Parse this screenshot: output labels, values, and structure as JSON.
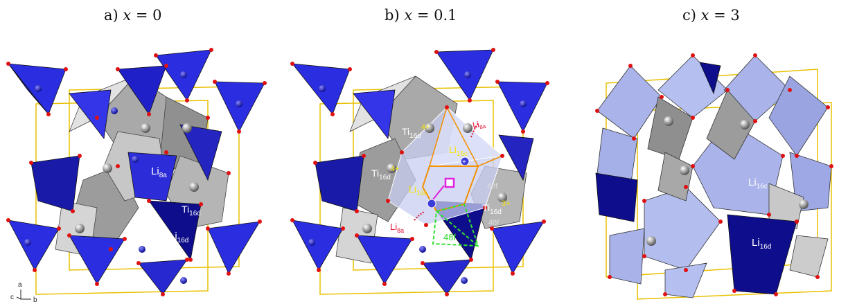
{
  "panels": [
    {
      "prefix": "a) ",
      "var": "x",
      "eq": " = 0"
    },
    {
      "prefix": "b) ",
      "var": "x",
      "eq": " = 0.1"
    },
    {
      "prefix": "c) ",
      "var": "x",
      "eq": " = 3"
    }
  ],
  "labels": {
    "a_li8a": {
      "base": "Li",
      "sub": "8a"
    },
    "a_ti16d": {
      "base": "Ti",
      "sub": "16d"
    },
    "a_li16d": {
      "base": "Li",
      "sub": "16d"
    },
    "b_ti16d_top": {
      "base": "Ti",
      "sub": "16d",
      "sup": "4+"
    },
    "b_ti16d_left": {
      "base": "Ti",
      "sub": "16d",
      "sup": "4+"
    },
    "b_ti16d_right": {
      "base": "Ti",
      "sub": "16d",
      "sup": "3+"
    },
    "b_li16c_top": {
      "base": "Li",
      "sub": "16c"
    },
    "b_li16c_left": {
      "base": "Li",
      "sub": "16c"
    },
    "b_li8a": {
      "base": "Li",
      "sub": "8a"
    },
    "b_li8a_top": {
      "base": "Li",
      "sub": "8a"
    },
    "b_48f_a": "48f",
    "b_48f_b": "48f",
    "b_48f_c": "48f",
    "c_li16c": {
      "base": "Li",
      "sub": "16c"
    },
    "c_li16d": {
      "base": "Li",
      "sub": "16d"
    }
  },
  "axes": {
    "a": "a",
    "b": "b",
    "c": "c"
  },
  "colors": {
    "tetra_blue": "#2a2ee0",
    "tetra_dark": "#0e0e8c",
    "octa_grey": "#8f8f8f",
    "octa_light": "#d8d8d8",
    "octa_lavender": "#aab4ea",
    "cell_yellow": "#e8c000",
    "oxygen_red": "#e01010",
    "li_yellow_label": "#f3e400",
    "li8a_label": "#e01030",
    "path_orange": "#f29000",
    "path_green": "#2fe02f",
    "vacancy_magenta": "#e020e0"
  }
}
